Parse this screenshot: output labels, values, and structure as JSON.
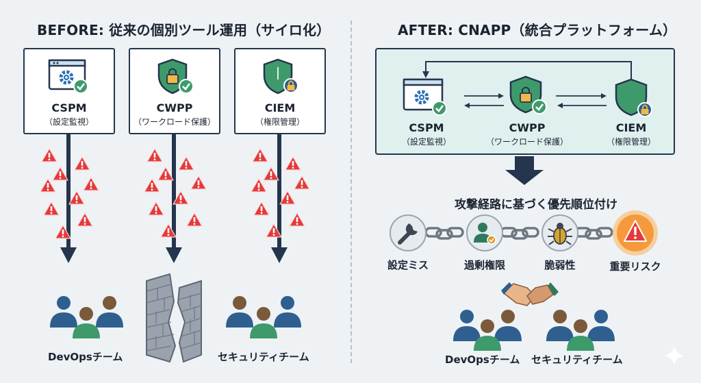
{
  "before": {
    "title": "BEFORE: 従来の個別ツール運用（サイロ化）",
    "tools": [
      {
        "name": "CSPM",
        "sub": "（設定監視）",
        "icon": "gear-check-icon"
      },
      {
        "name": "CWPP",
        "sub": "（ワークロード保護）",
        "icon": "shield-lock-check-icon"
      },
      {
        "name": "CIEM",
        "sub": "（権限管理）",
        "icon": "shield-lock-icon"
      }
    ],
    "teams": {
      "devops": "DevOpsチーム",
      "security": "セキュリティチーム"
    }
  },
  "after": {
    "title": "AFTER: CNAPP（統合プラットフォーム）",
    "tools": [
      {
        "name": "CSPM",
        "sub": "（設定監視）"
      },
      {
        "name": "CWPP",
        "sub": "（ワークロード保護）"
      },
      {
        "name": "CIEM",
        "sub": "（権限管理）"
      }
    ],
    "priority_label": "攻撃経路に基づく優先順位付け",
    "chain": [
      {
        "label": "設定ミス",
        "icon": "wrench-icon"
      },
      {
        "label": "過剰権限",
        "icon": "user-check-icon"
      },
      {
        "label": "脆弱性",
        "icon": "bug-icon"
      },
      {
        "label": "重要リスク",
        "icon": "warning-icon"
      }
    ],
    "teams": {
      "devops": "DevOpsチーム",
      "security": "セキュリティチーム"
    }
  },
  "colors": {
    "navy": "#24354d",
    "alert_red": "#e23b3b",
    "shield_green": "#3f9a6b",
    "platform_bg": "#dff0ef",
    "risk_orange": "#f59a3c"
  }
}
